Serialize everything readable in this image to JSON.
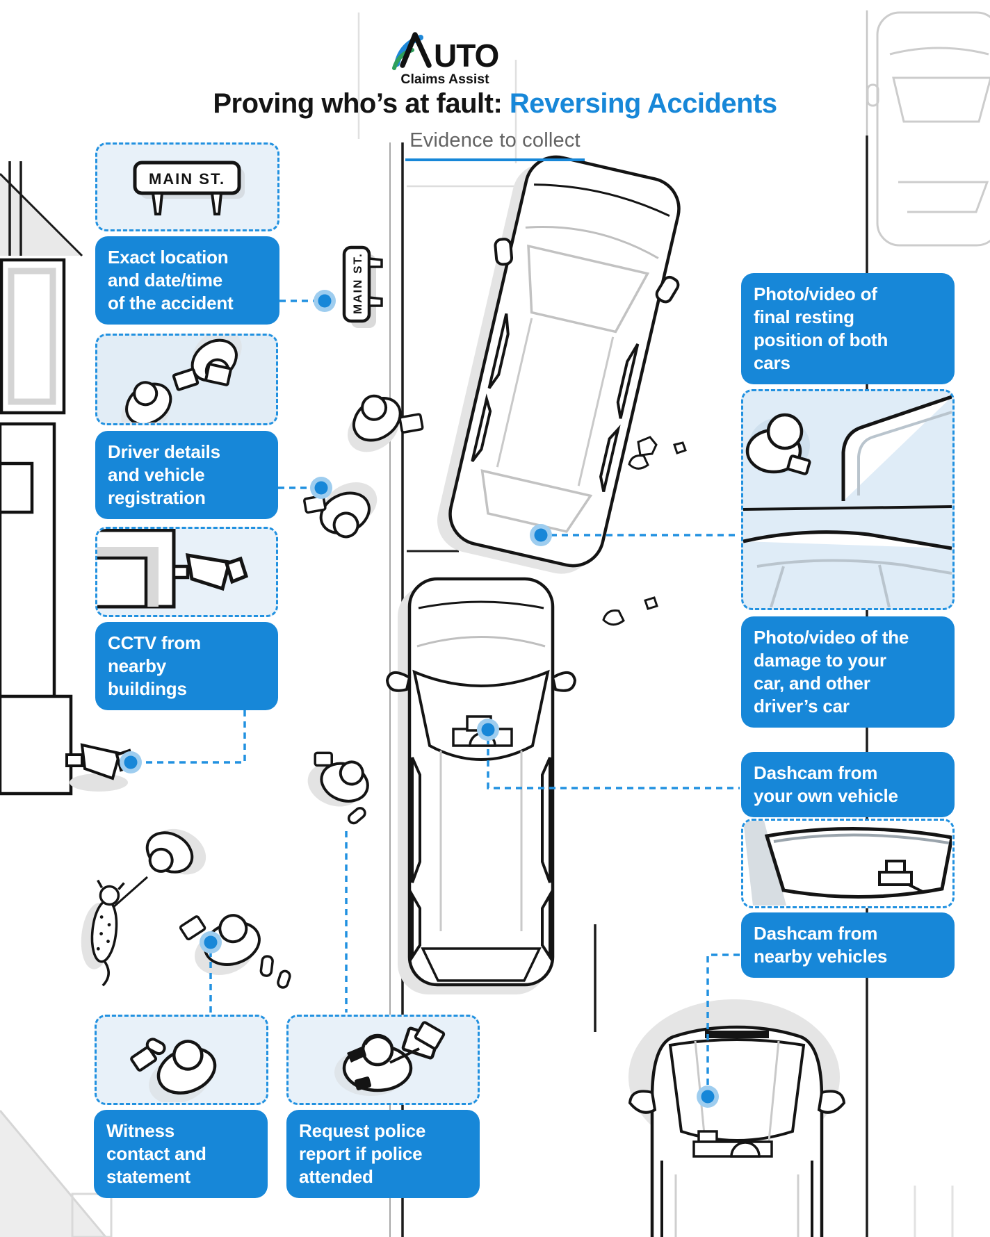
{
  "logo": {
    "name": "AUTO",
    "tagline": "Claims Assist"
  },
  "header": {
    "title_prefix": "Proving who’s at fault: ",
    "title_highlight": "Reversing Accidents",
    "subtitle": "Evidence to collect"
  },
  "scene": {
    "street_sign": "MAIN ST."
  },
  "callouts": {
    "location": {
      "label": "Exact location\nand date/time\nof the accident"
    },
    "driver_details": {
      "label": "Driver details\nand vehicle\nregistration"
    },
    "cctv": {
      "label": "CCTV from\nnearby\nbuildings"
    },
    "witness": {
      "label": "Witness\ncontact and\nstatement"
    },
    "police": {
      "label": "Request police\nreport if police\nattended"
    },
    "resting_position": {
      "label": "Photo/video of\nfinal resting\nposition of both\ncars"
    },
    "damage": {
      "label": "Photo/video of the\ndamage to your\ncar, and other\ndriver’s car"
    },
    "dashcam_own": {
      "label": "Dashcam from\nyour own vehicle"
    },
    "dashcam_nearby": {
      "label": "Dashcam from\nnearby vehicles"
    }
  },
  "colors": {
    "accent_blue": "#1787d8",
    "dashed_border_blue": "#2191e0",
    "title_blue": "#1787d8",
    "logo_blue": "#1e88d8",
    "logo_green": "#2fa05c",
    "subtitle_gray": "#636363",
    "light_panel_blue": "#e8f1f9"
  }
}
